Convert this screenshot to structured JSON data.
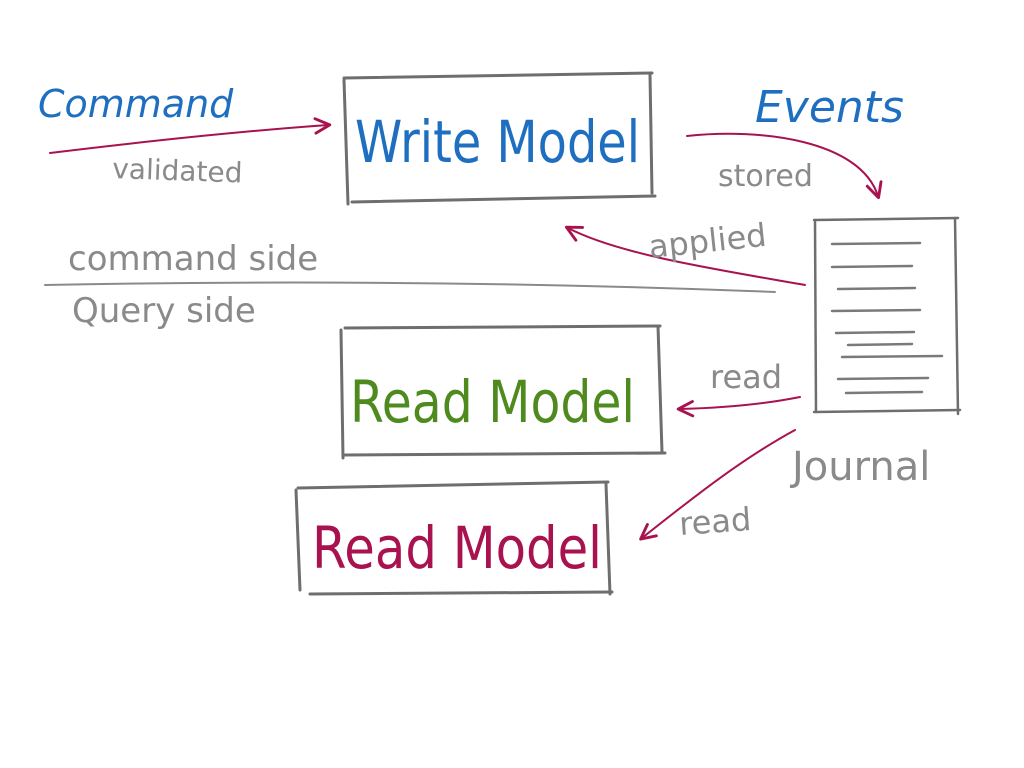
{
  "colors": {
    "blue": "#1f6fc1",
    "green": "#4e8a1e",
    "crimson": "#a8124f",
    "gray": "#8a8a8a",
    "box_stroke": "#6e6e6e",
    "background": "#ffffff"
  },
  "labels": {
    "command": "Command",
    "validated": "validated",
    "write_model": "Write Model",
    "events": "Events",
    "stored": "stored",
    "applied": "applied",
    "command_side": "command side",
    "query_side": "Query side",
    "read_model_1": "Read Model",
    "read_model_2": "Read Model",
    "read_1": "read",
    "read_2": "read",
    "journal": "Journal"
  }
}
